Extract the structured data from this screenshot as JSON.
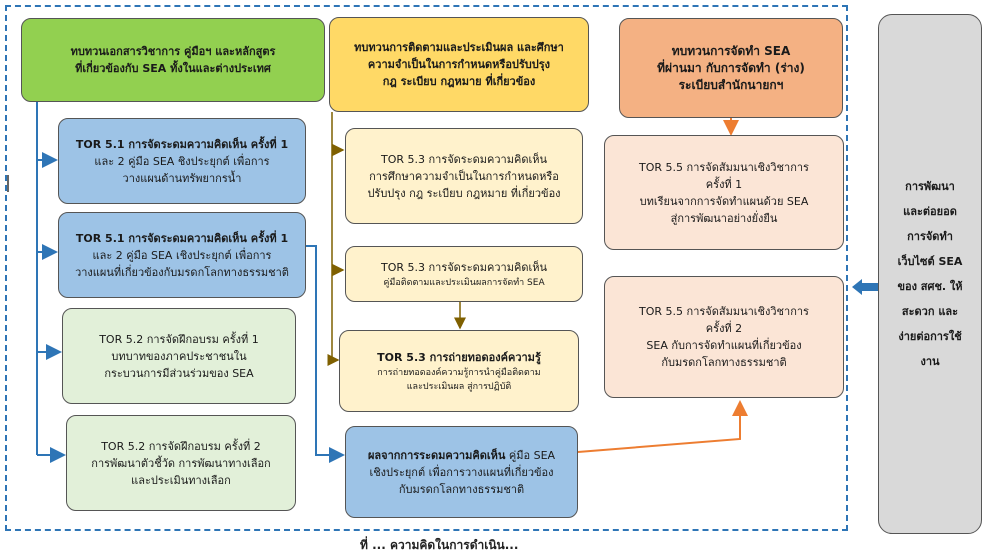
{
  "boxes": {
    "review_docs": {
      "line1": "ทบทวนเอกสารวิชาการ คู่มือฯ และหลักสูตร",
      "line2": "ที่เกี่ยวข้องกับ SEA ทั้งในและต่างประเทศ"
    },
    "review_monitor": {
      "line1": "ทบทวนการติดตามและประเมินผล และศึกษา",
      "line2": "ความจำเป็นในการกำหนดหรือปรับปรุง",
      "line3": "กฎ ระเบียบ กฎหมาย ที่เกี่ยวข้อง"
    },
    "review_sea": {
      "line1": "ทบทวนการจัดทำ SEA",
      "line2": "ที่ผ่านมา กับการจัดทำ (ร่าง)",
      "line3": "ระเบียบสำนักนายกฯ"
    },
    "tor51a": {
      "head": "TOR 5.1 การจัดระดมความคิดเห็น ครั้งที่ 1",
      "line2": "และ 2 คู่มือ SEA ชิงประยุกต์ เพื่อการ",
      "line3": "วางแผนด้านทรัพยากรน้ำ"
    },
    "tor51b": {
      "head": "TOR 5.1 การจัดระดมความคิดเห็น ครั้งที่ 1",
      "line2": "และ 2 คู่มือ SEA เชิงประยุกต์ เพื่อการ",
      "line3": "วางแผนที่เกี่ยวข้องกับมรดกโลกทางธรรมชาติ"
    },
    "tor52a": {
      "head": "TOR 5.2 การจัดฝึกอบรม ครั้งที่ 1",
      "line2": "บทบาทของภาคประชาชนใน",
      "line3": "กระบวนการมีส่วนร่วมของ SEA"
    },
    "tor52b": {
      "head": "TOR 5.2 การจัดฝึกอบรม ครั้งที่ 2",
      "line2": "การพัฒนาตัวชี้วัด การพัฒนาทางเลือก",
      "line3": "และประเมินทางเลือก"
    },
    "tor53a": {
      "head": "TOR 5.3 การจัดระดมความคิดเห็น",
      "line2": "การศึกษาความจำเป็นในการกำหนดหรือ",
      "line3": "ปรับปรุง กฎ ระเบียบ กฎหมาย ที่เกี่ยวข้อง"
    },
    "tor53b": {
      "head": "TOR 5.3 การจัดระดมความคิดเห็น",
      "line2": "คู่มือติดตามและประเมินผลการจัดทำ SEA"
    },
    "tor53c": {
      "head": "TOR 5.3 การถ่ายทอดองค์ความรู้",
      "line2": "การถ่ายทอดองค์ความรู้การนำคู่มือติดตาม",
      "line3": "และประเมินผล สู่การปฏิบัติ"
    },
    "result": {
      "head": "ผลจากการระดมความคิดเห็น",
      "head2": " คู่มือ SEA",
      "line2": "เชิงประยุกต์ เพื่อการวางแผนที่เกี่ยวข้อง",
      "line3": "กับมรดกโลกทางธรรมชาติ"
    },
    "tor55a": {
      "head": "TOR 5.5 การจัดสัมมนาเชิงวิชาการ",
      "head2": "ครั้งที่ 1",
      "line2": "บทเรียนจากการจัดทำแผนด้วย SEA",
      "line3": "สู่การพัฒนาอย่างยั่งยืน"
    },
    "tor55b": {
      "head": "TOR 5.5 การจัดสัมมนาเชิงวิชาการ",
      "head2": "ครั้งที่ 2",
      "line2": "SEA กับการจัดทำแผนที่เกี่ยวข้อง",
      "line3": "กับมรดกโลกทางธรรมชาติ"
    },
    "website": {
      "line1": "การพัฒนา",
      "line2": "และต่อยอด",
      "line3": "การจัดทำ",
      "line4": "เว็บไซต์ SEA",
      "line5": "ของ สศช. ให้",
      "line6": "สะดวก และ",
      "line7": "ง่ายต่อการใช้",
      "line8": "งาน"
    }
  },
  "footer_caption": "ที่ ... ความคิดในการดำเนิน...",
  "colors": {
    "dash_border": "#2e75b6",
    "blue_arrow": "#2e75b6",
    "brown_arrow": "#7f6000",
    "orange_arrow": "#ed7d31"
  }
}
